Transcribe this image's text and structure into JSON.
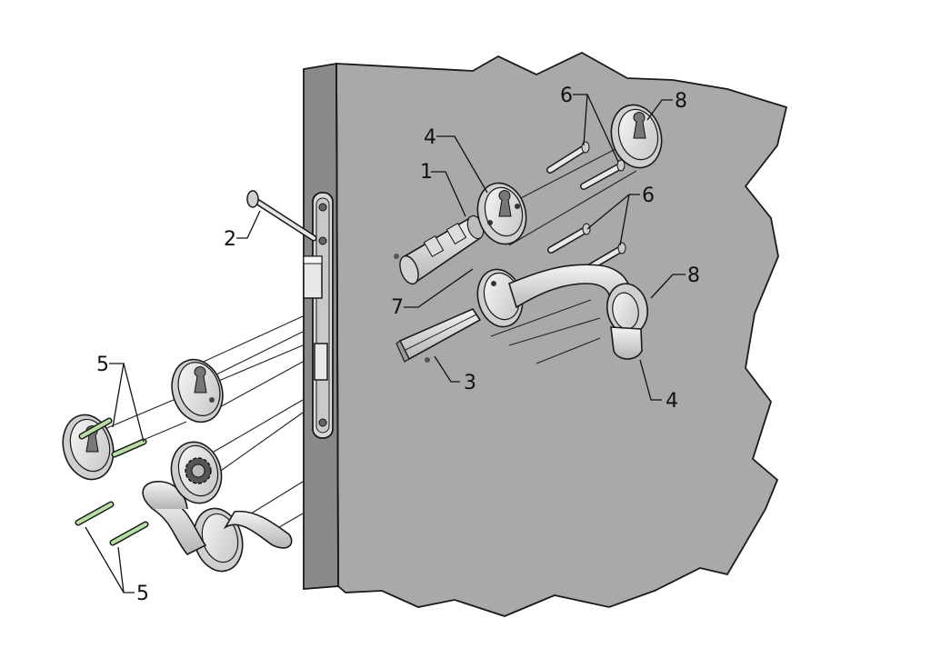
{
  "diagram": {
    "type": "exploded-assembly-drawing",
    "colors": {
      "wall": "#a9a9a9",
      "door_edge": "#8a8a8a",
      "metal": "#e6e6e6",
      "metal_shade": "#bdbdbd",
      "screw_green": "#b8e0a4",
      "outline": "#1a1a1a"
    },
    "callouts": [
      {
        "id": "c1",
        "text": "1"
      },
      {
        "id": "c2",
        "text": "2"
      },
      {
        "id": "c3",
        "text": "3"
      },
      {
        "id": "c4a",
        "text": "4"
      },
      {
        "id": "c4b",
        "text": "4"
      },
      {
        "id": "c5a",
        "text": "5"
      },
      {
        "id": "c5b",
        "text": "5"
      },
      {
        "id": "c6a",
        "text": "6"
      },
      {
        "id": "c6b",
        "text": "6"
      },
      {
        "id": "c7",
        "text": "7"
      },
      {
        "id": "c8a",
        "text": "8"
      },
      {
        "id": "c8b",
        "text": "8"
      }
    ]
  }
}
